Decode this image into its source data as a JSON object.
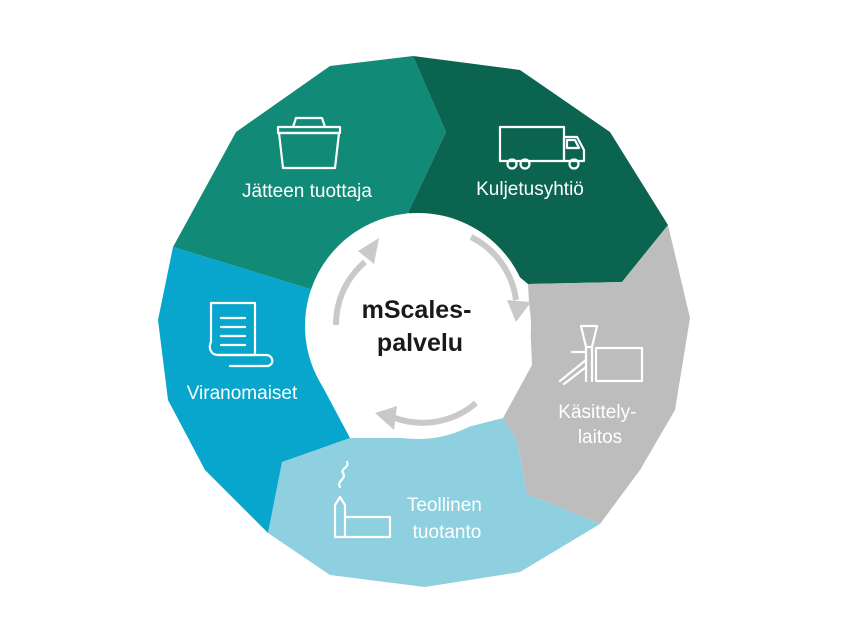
{
  "center": {
    "lines": [
      "mScales-",
      "palvelu"
    ]
  },
  "segments": [
    {
      "id": "producer",
      "lines": [
        "Jätteen tuottaja"
      ],
      "color": "#118a78",
      "icon": "waste-bin-icon"
    },
    {
      "id": "transport",
      "lines": [
        "Kuljetusyhtiö"
      ],
      "color": "#0b6450",
      "icon": "truck-icon"
    },
    {
      "id": "treatment",
      "lines": [
        "Käsittely-",
        "laitos"
      ],
      "color": "#bdbdbd",
      "icon": "processing-plant-icon"
    },
    {
      "id": "industry",
      "lines": [
        "Teollinen",
        "tuotanto"
      ],
      "color": "#8ecfe0",
      "icon": "factory-icon"
    },
    {
      "id": "authority",
      "lines": [
        "Viranomaiset"
      ],
      "color": "#08a6cc",
      "icon": "document-scroll-icon"
    }
  ],
  "colors": {
    "arrow": "#c9c9c9",
    "center_fill": "#ffffff",
    "center_text": "#1a1a1a"
  }
}
